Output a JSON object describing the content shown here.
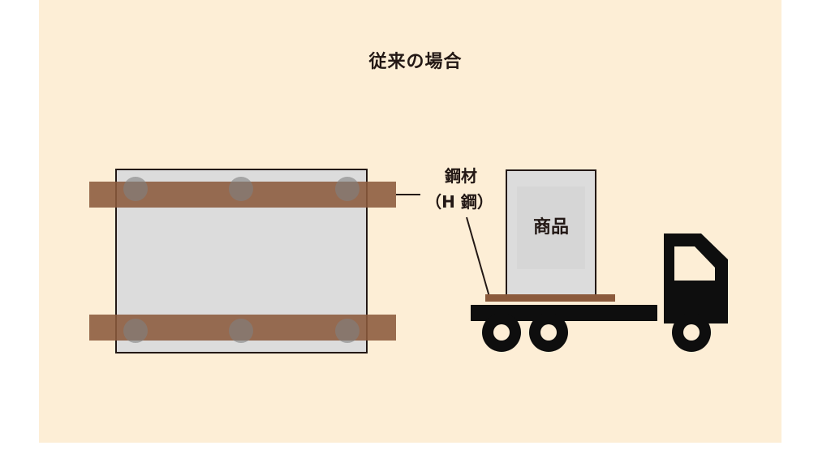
{
  "title": "従来の場合",
  "labels": {
    "steel_line1": "鋼材",
    "steel_line2": "（H 鋼）",
    "cargo": "商品"
  },
  "colors": {
    "background": "#fdeed6",
    "steel": "#8b5a3c",
    "slab": "#dcdcdc",
    "truck": "#0e0e0e",
    "outline": "#231815"
  }
}
